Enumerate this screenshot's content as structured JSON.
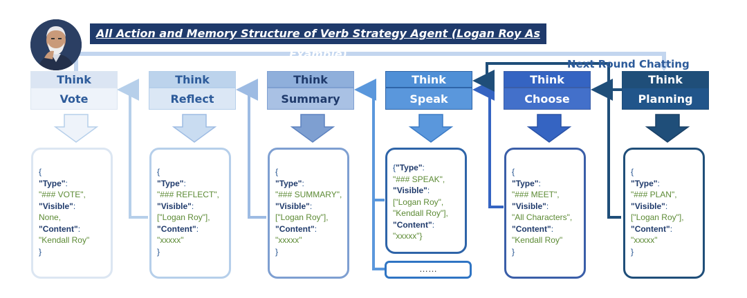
{
  "title": "All Action and Memory Structure of Verb Strategy Agent (Logan Roy As Example)",
  "next_round_label": "Next Round Chatting",
  "avatar_icon": "bearded-man-portrait",
  "more_text": "……",
  "stages": [
    {
      "think": "Think",
      "action": "Vote",
      "colors": {
        "head_bg": "#dbe5f3",
        "head_fg": "#2d5b9a",
        "border": "#dce6f2",
        "sub_bg": "#eef3fa"
      },
      "json": {
        "open": "{",
        "type_key": "\"Type\"",
        "type_val": "\"### VOTE\",",
        "visible_key": "\"Visible\"",
        "visible_val": [
          "None,"
        ],
        "content_key": "\"Content\"",
        "content_val": "\"Kendall Roy\"",
        "close": "}"
      }
    },
    {
      "think": "Think",
      "action": "Reflect",
      "colors": {
        "head_bg": "#bcd3ec",
        "head_fg": "#2d5b9a",
        "border": "#b6cfea",
        "sub_bg": "#dbe7f5"
      },
      "json": {
        "open": "{",
        "type_key": "\"Type\"",
        "type_val": "\"### REFLECT\",",
        "visible_key": "\"Visible\"",
        "visible_val": [
          "[\"Logan Roy\"],"
        ],
        "content_key": "\"Content\"",
        "content_val": "\"xxxxx\"",
        "close": "}"
      }
    },
    {
      "think": "Think",
      "action": "Summary",
      "colors": {
        "head_bg": "#8fafdb",
        "head_fg": "#1f3a6b",
        "border": "#7e9fd1",
        "sub_bg": "#a9c1e4"
      },
      "json": {
        "open": "{",
        "type_key": "\"Type\"",
        "type_val": "\"### SUMMARY\",",
        "visible_key": "\"Visible\"",
        "visible_val": [
          "[\"Logan Roy\"],"
        ],
        "content_key": "\"Content\"",
        "content_val": "\"xxxxx\"",
        "close": "}"
      }
    },
    {
      "think": "Think",
      "action": "Speak",
      "colors": {
        "head_bg": "#4f8fd6",
        "head_fg": "#ffffff",
        "border": "#2e64a8",
        "sub_bg": "#5a97dc"
      },
      "json": {
        "open": "{",
        "type_key": "\"Type\"",
        "type_val": "\"### SPEAK\",",
        "visible_key": "\"Visible\"",
        "visible_val": [
          "[\"Logan Roy\",",
          "\"Kendall Roy\"],"
        ],
        "content_key": "\"Content\"",
        "content_val": "\"xxxxx\"}",
        "close": ""
      }
    },
    {
      "think": "Think",
      "action": "Choose",
      "colors": {
        "head_bg": "#3564c2",
        "head_fg": "#ffffff",
        "border": "#3a5ea8",
        "sub_bg": "#4370ca"
      },
      "json": {
        "open": "{",
        "type_key": "\"Type\"",
        "type_val": "\"### MEET\",",
        "visible_key": "\"Visible\"",
        "visible_val": [
          "\"All Characters\","
        ],
        "content_key": "\"Content\"",
        "content_val": "\"Kendall Roy\"",
        "close": "}"
      }
    },
    {
      "think": "Think",
      "action": "Planning",
      "colors": {
        "head_bg": "#1f4e79",
        "head_fg": "#ffffff",
        "border": "#1f4e79",
        "sub_bg": "#21558a"
      },
      "json": {
        "open": "{",
        "type_key": "\"Type\"",
        "type_val": "\"### PLAN\",",
        "visible_key": "\"Visible\"",
        "visible_val": [
          "[\"Logan Roy\"],"
        ],
        "content_key": "\"Content\"",
        "content_val": "\"xxxxx\"",
        "close": "}"
      }
    }
  ]
}
